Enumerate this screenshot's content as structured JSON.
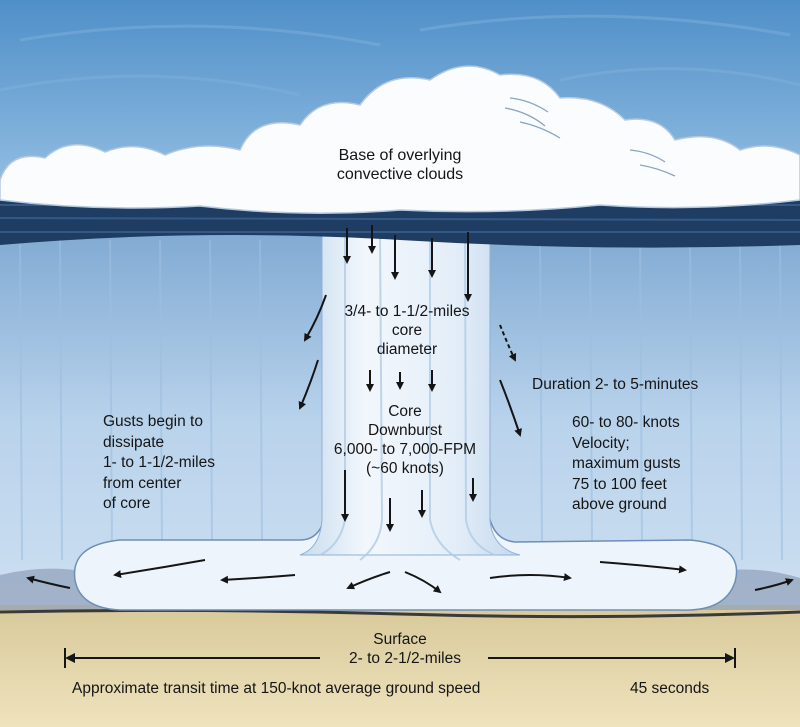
{
  "labels": {
    "cloud_base": [
      "Base of overlying",
      "convective clouds"
    ],
    "core_diameter": [
      "3/4- to 1-1/2-miles",
      "core",
      "diameter"
    ],
    "core_downburst": [
      "Core",
      "Downburst",
      "6,000- to 7,000-FPM",
      "(~60 knots)"
    ],
    "gusts": [
      "Gusts begin to",
      "dissipate",
      "1- to 1-1/2-miles",
      "from center",
      "of core"
    ],
    "duration": "Duration 2- to 5-minutes",
    "velocity": [
      "60- to 80- knots",
      "Velocity;",
      "maximum gusts",
      "75 to 100 feet",
      "above ground"
    ],
    "surface": "Surface",
    "span": "2- to 2-1/2-miles",
    "transit": "Approximate transit time at 150-knot average ground speed",
    "transit_time": "45 seconds"
  },
  "colors": {
    "sky_top": "#4f8fc8",
    "sky_mid": "#9cc4e6",
    "cloud": "#fbfcfd",
    "cloud_base_dark": "#1f3d63",
    "rain_area": "#b9d3ec",
    "core": "#e9f2fa",
    "ground": "#e2d3a5",
    "ink": "#151515"
  }
}
